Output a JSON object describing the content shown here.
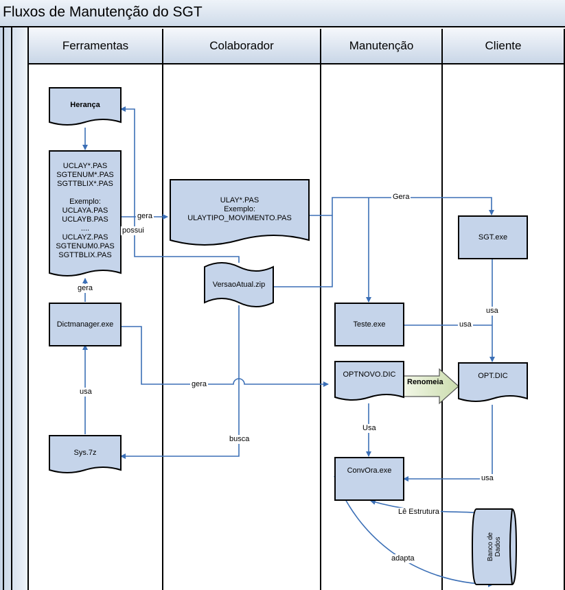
{
  "title": "Fluxos de Manutenção do SGT",
  "lanes": [
    "Ferramentas",
    "Colaborador",
    "Manutenção",
    "Cliente"
  ],
  "shapes": {
    "heranca": "Herança",
    "uclay_list": "UCLAY*.PAS\nSGTENUM*.PAS\nSGTTBLIX*.PAS\n\nExemplo:\nUCLAYA.PAS\nUCLAYB.PAS\n....\nUCLAYZ.PAS\nSGTENUM0.PAS\nSGTTBLIX.PAS",
    "ulay": "ULAY*.PAS\nExemplo:\nULAYTIPO_MOVIMENTO.PAS",
    "versao_atual": "VersaoAtual.zip",
    "dictmanager": "Dictmanager.exe",
    "sys7z": "Sys.7z",
    "teste": "Teste.exe",
    "optnovo": "OPTNOVO.DIC",
    "convora": "ConvOra.exe",
    "sgt": "SGT.exe",
    "opt": "OPT.DIC",
    "banco": "Banco de Dados"
  },
  "labels": {
    "gera_top": "Gera",
    "gera_ulay": "gera",
    "possui": "possui",
    "gera_dict": "gera",
    "usa_sys": "usa",
    "gera_optnovo": "gera",
    "busca": "busca",
    "usa_teste": "usa",
    "usa_sgt": "usa",
    "renomeia": "Renomeia",
    "usa_conv": "Usa",
    "usa_opt": "usa",
    "le_estrutura": "Lê Estrutura",
    "adapta": "adapta"
  }
}
